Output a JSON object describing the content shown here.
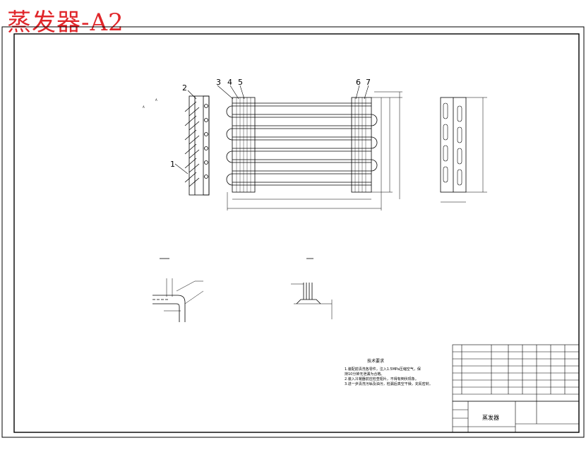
{
  "watermark": "蒸发器-A2",
  "balloons": [
    "1",
    "2",
    "3",
    "4",
    "5",
    "6",
    "7"
  ],
  "tech_title": "技术要求",
  "tech_notes": [
    "1.装配前清洗各零件，注入1.5MPa压缩空气，保",
    "  持10分钟无泄漏为合格。",
    "2.装入冷凝器前应检查翅片，不得有倒伏现象。",
    "3.进一步清洗污垢及油污，检漏后真空干燥，充氮密封。"
  ],
  "title_block": {
    "part_name": "蒸发器"
  },
  "colors": {
    "watermark": "#e0262a",
    "line": "#000000"
  }
}
